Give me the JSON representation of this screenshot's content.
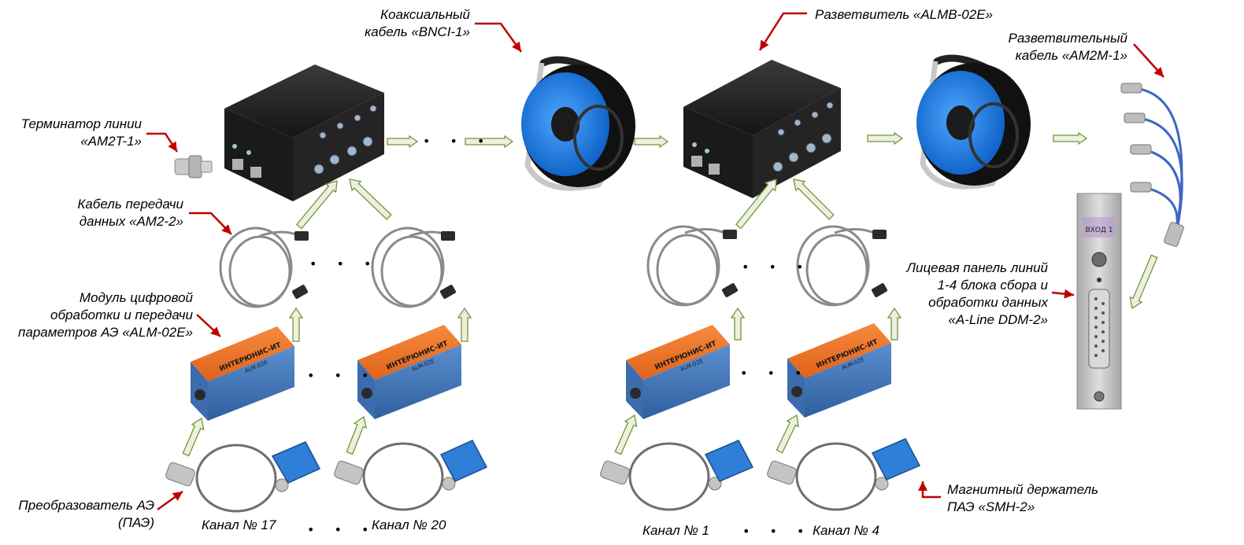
{
  "labels": {
    "coax_cable": "Коаксиальный\nкабель «BNCI-1»",
    "splitter": "Разветвитель «ALMB-02E»",
    "split_cable": "Разветвительный\nкабель «AM2M-1»",
    "terminator": "Терминатор линии\n«AM2T-1»",
    "data_cable": "Кабель передачи\nданных «AM2-2»",
    "module": "Модуль цифровой\nобработки и передачи\nпараметров АЭ «ALM-02E»",
    "front_panel": "Лицевая панель линий\n1-4 блока сбора и\nобработки данных\n«A-Line DDM-2»",
    "transducer": "Преобразователь АЭ\n(ПАЭ)",
    "magnetic_holder": "Магнитный держатель\nПАЭ «SMH-2»",
    "channel_17": "Канал № 17",
    "channel_20": "Канал № 20",
    "channel_1": "Канал № 1",
    "channel_4": "Канал № 4"
  },
  "device_text": {
    "module_brand": "ИНТЕРЮНИС-ИТ",
    "module_model": "ALM-02E",
    "panel_input": "ВХОД 1"
  },
  "ellipsis": "• • •",
  "colors": {
    "callout_arrow": "#c00000",
    "flow_arrow_fill": "#ebf1de",
    "flow_arrow_stroke": "#77933c",
    "box_body": "#1c1c1c",
    "module_top": "#f07a2c",
    "module_base": "#4a7fc1",
    "reel_blue": "#1e7fe0",
    "panel_gray": "#c8c8c8"
  }
}
